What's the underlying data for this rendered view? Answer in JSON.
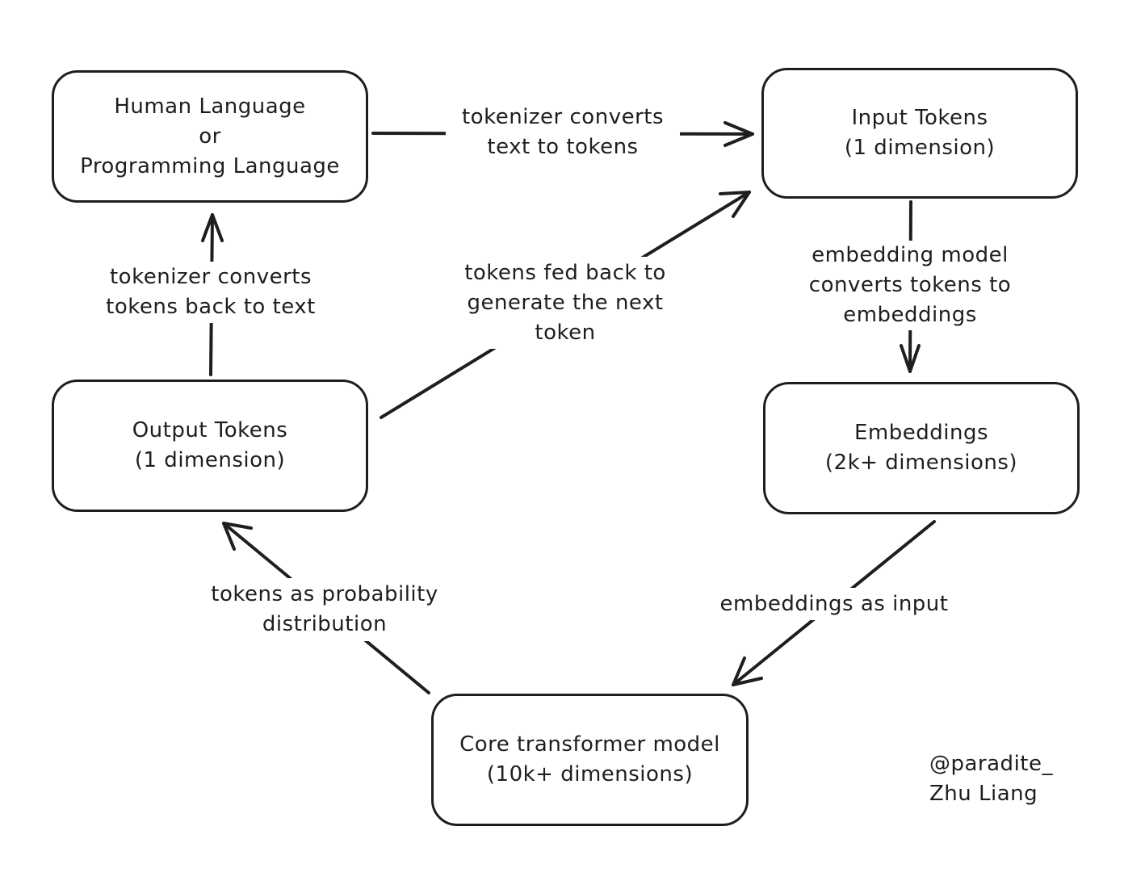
{
  "colors": {
    "stroke": "#1e1e1e",
    "background": "#ffffff"
  },
  "nodes": {
    "human_language": [
      "Human Language",
      "or",
      "Programming Language"
    ],
    "input_tokens": [
      "Input Tokens",
      "(1 dimension)"
    ],
    "embeddings": [
      "Embeddings",
      "(2k+ dimensions)"
    ],
    "core_model": [
      "Core transformer model",
      "(10k+ dimensions)"
    ],
    "output_tokens": [
      "Output Tokens",
      "(1 dimension)"
    ]
  },
  "edges": {
    "tokenize": [
      "tokenizer converts",
      "text to tokens"
    ],
    "embed": [
      "embedding model",
      "converts tokens to",
      "embeddings"
    ],
    "embeddings_input": [
      "embeddings as input"
    ],
    "probability": [
      "tokens as probability",
      "distribution"
    ],
    "detokenize": [
      "tokenizer converts",
      "tokens back to text"
    ],
    "feedback": [
      "tokens fed back to",
      "generate the next",
      "token"
    ]
  },
  "signature": [
    "@paradite_",
    "Zhu Liang"
  ]
}
